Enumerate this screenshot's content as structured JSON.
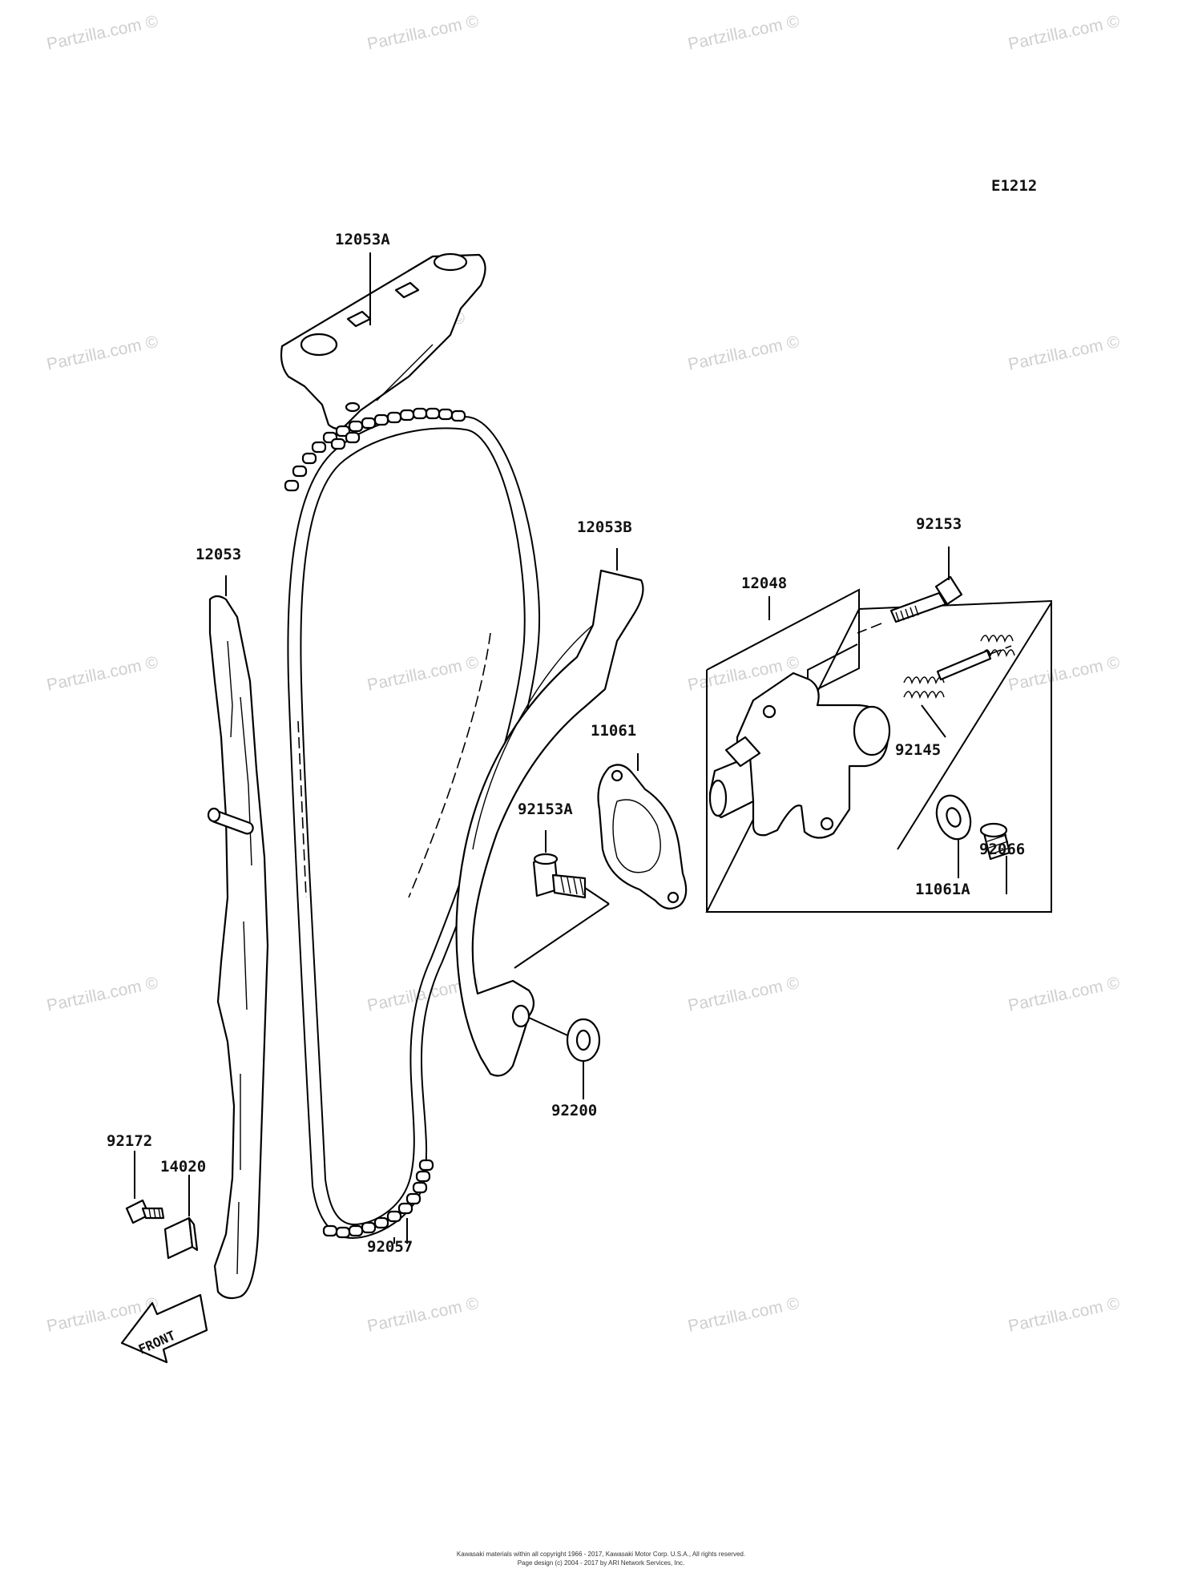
{
  "diagram_code": "E1212",
  "part_labels": [
    "12053A",
    "12053B",
    "12053",
    "92153",
    "12048",
    "11061",
    "92153A",
    "92145",
    "92066",
    "11061A",
    "92200",
    "92172",
    "14020",
    "92057"
  ],
  "front_label": "FRONT",
  "watermark": "Partzilla.com ©",
  "footer": {
    "line1": "Kawasaki materials within all copyright 1966 - 2017, Kawasaki Motor Corp. U.S.A., All rights reserved.",
    "line2": "Page design (c) 2004 - 2017 by ARI Network Services, Inc."
  }
}
